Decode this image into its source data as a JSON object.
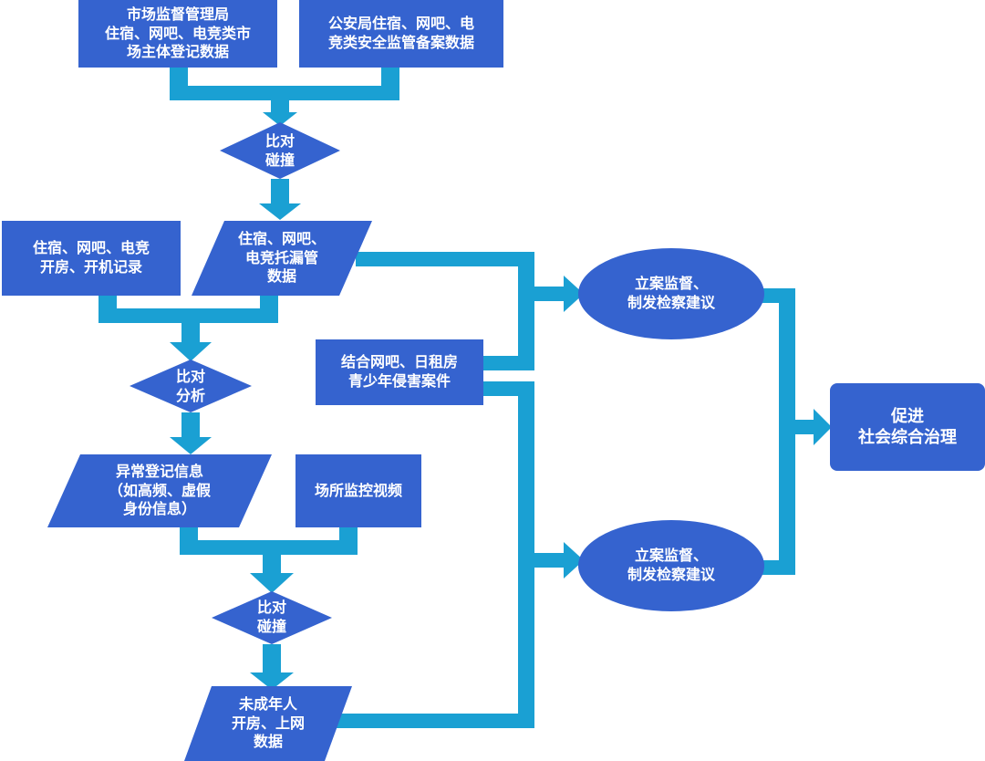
{
  "colors": {
    "node_fill": "#3563cf",
    "connector": "#1aa0d3",
    "text": "#ffffff",
    "background": "#ffffff"
  },
  "nodes": {
    "market_supervision": "市场监督管理局\n住宿、网吧、电竞类市\n场主体登记数据",
    "public_security": "公安局住宿、网吧、电\n竞类安全监管备案数据",
    "compare_collide_1": "比对\n碰撞",
    "lapsed_supervision": "住宿、网吧、\n电竞托漏管\n数据",
    "room_boot_records": "住宿、网吧、电竞\n开房、开机记录",
    "compare_analyze": "比对\n分析",
    "abnormal_registration": "异常登记信息\n（如高频、虚假\n身份信息）",
    "venue_video": "场所监控视频",
    "compare_collide_2": "比对\n碰撞",
    "minor_data": "未成年人\n开房、上网\n数据",
    "infringement_cases": "结合网吧、日租房\n青少年侵害案件",
    "supervision_top": "立案监督、\n制发检察建议",
    "supervision_bottom": "立案监督、\n制发检察建议",
    "social_governance": "促进\n社会综合治理"
  }
}
